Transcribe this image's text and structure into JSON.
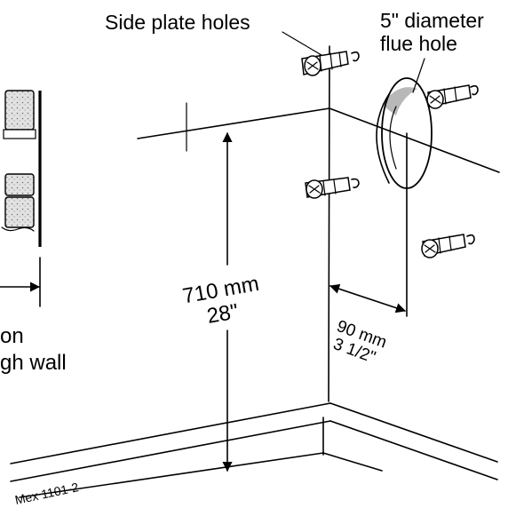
{
  "labels": {
    "side_plate_holes": "Side plate holes",
    "flue_hole_line1": "5\" diameter",
    "flue_hole_line2": "flue hole",
    "height_mm": "710 mm",
    "height_in": "28\"",
    "offset_mm": "90 mm",
    "offset_in": "3 1/2\"",
    "wall_text_line1": "on",
    "wall_text_line2": "gh wall",
    "figure_ref": "Mex 1101-2"
  },
  "colors": {
    "ink": "#000000",
    "paper": "#ffffff",
    "flue_shade": "#b8b8b8",
    "brick": "#d9d9d9"
  },
  "icons": [
    "wall-plug-icon",
    "screw-icon",
    "brick-wall-icon",
    "dimension-arrow-icon"
  ]
}
